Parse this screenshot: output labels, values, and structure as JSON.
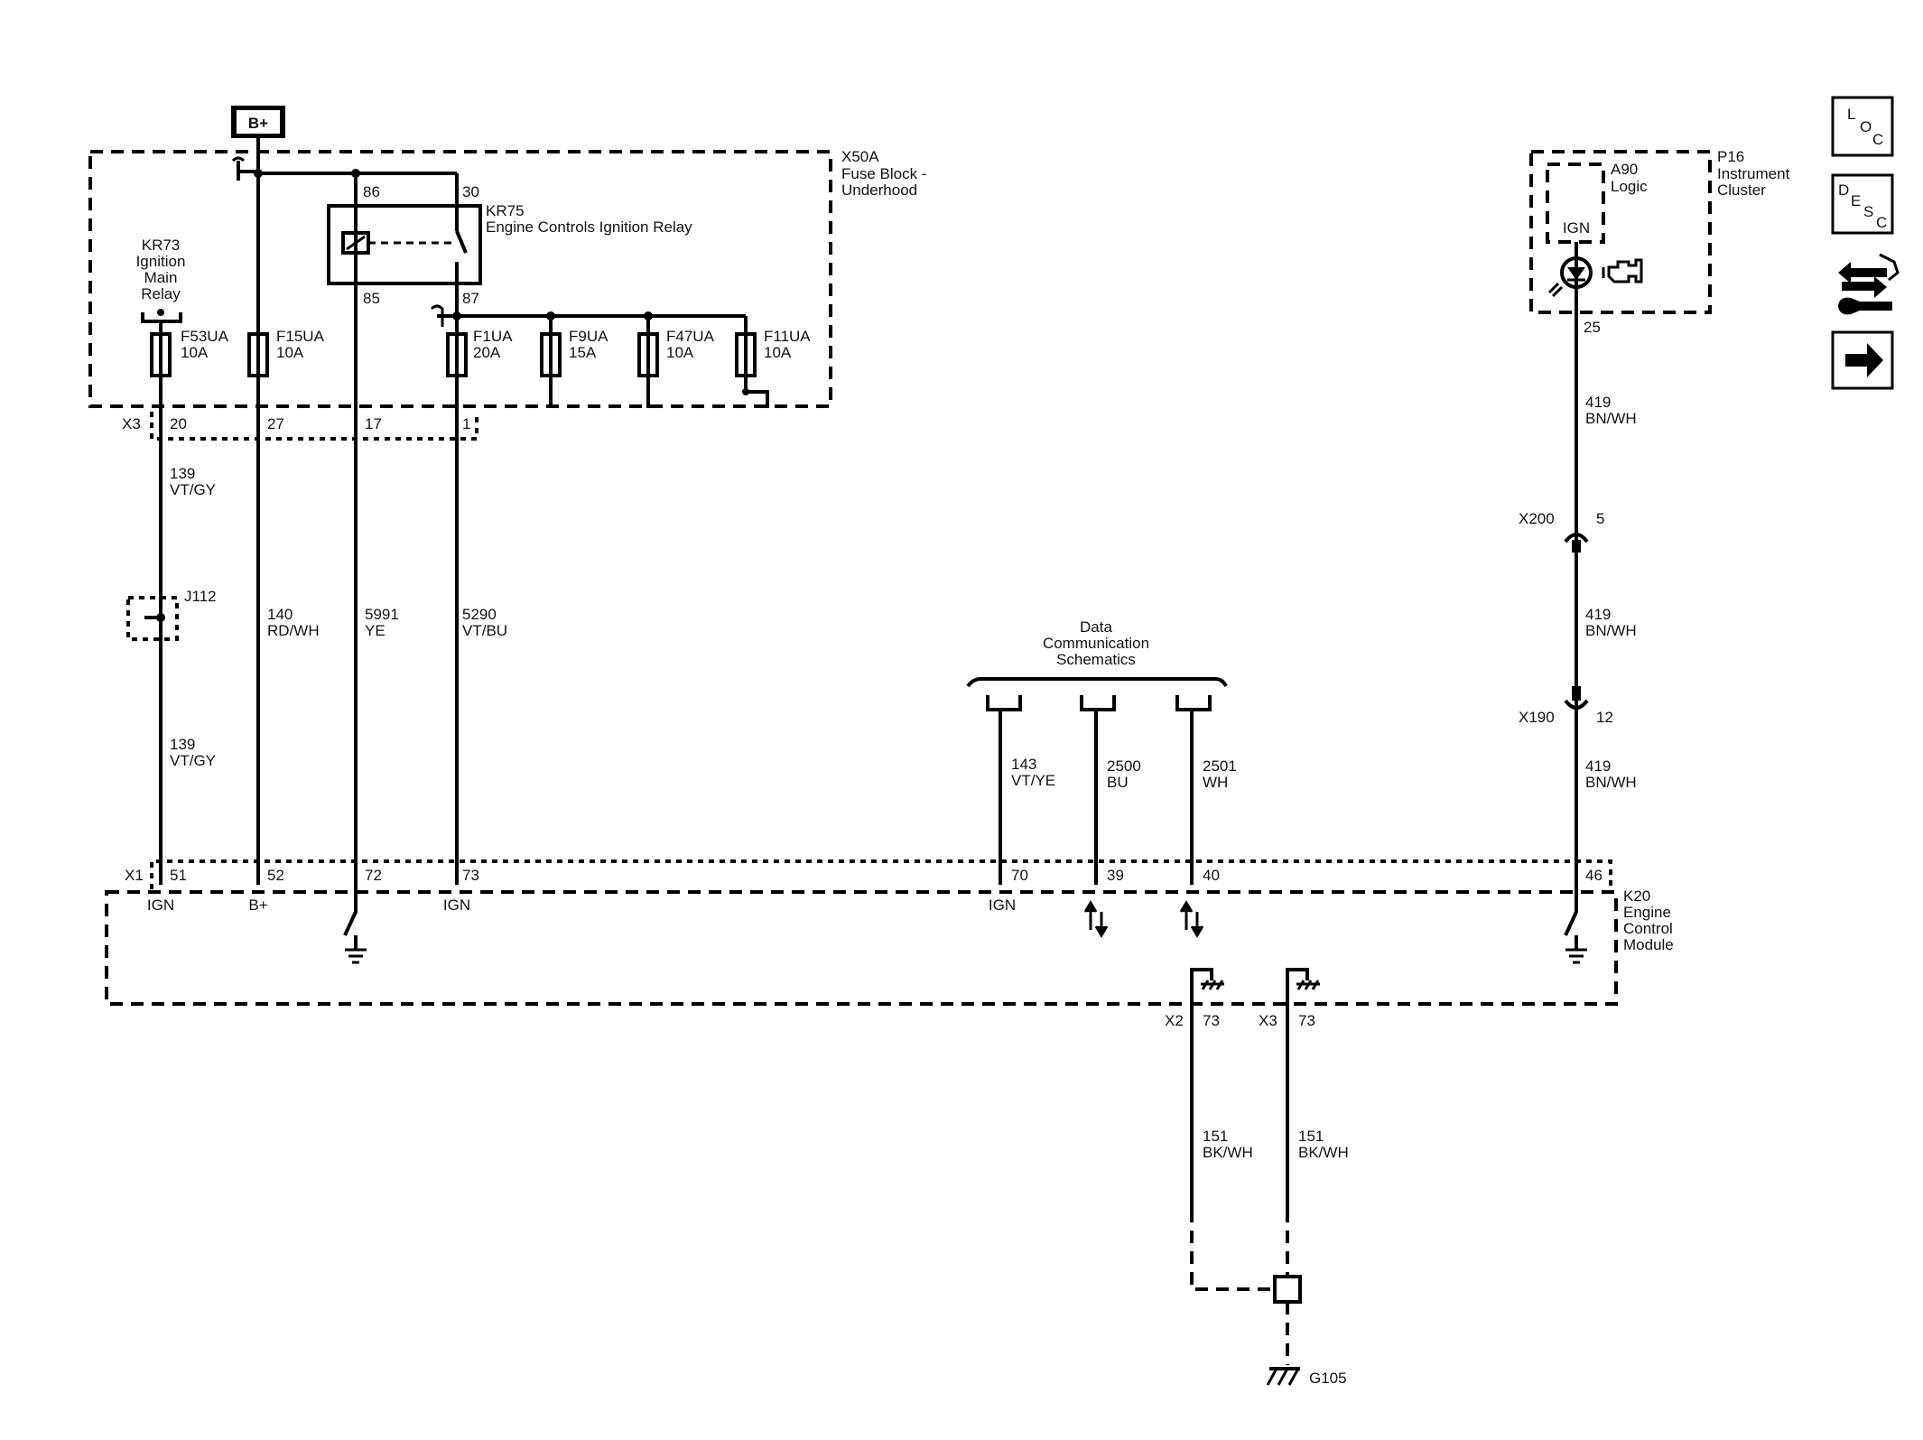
{
  "power": {
    "battery": "B+"
  },
  "fuse_block": {
    "id": "X50A",
    "name_line1": "Fuse Block -",
    "name_line2": "Underhood",
    "connector": "X3"
  },
  "relay_kr75": {
    "id": "KR75",
    "name": "Engine Controls Ignition Relay",
    "pin86": "86",
    "pin30": "30",
    "pin85": "85",
    "pin87": "87"
  },
  "relay_kr73": {
    "id": "KR73",
    "line1": "Ignition",
    "line2": "Main",
    "line3": "Relay"
  },
  "fuses": [
    {
      "name": "F53UA",
      "rating": "10A"
    },
    {
      "name": "F15UA",
      "rating": "10A"
    },
    {
      "name": "F1UA",
      "rating": "20A"
    },
    {
      "name": "F9UA",
      "rating": "15A"
    },
    {
      "name": "F47UA",
      "rating": "10A"
    },
    {
      "name": "F11UA",
      "rating": "10A"
    }
  ],
  "x3_pins": [
    "20",
    "27",
    "17",
    "1"
  ],
  "wires": {
    "w139a": {
      "circuit": "139",
      "color": "VT/GY"
    },
    "w139b": {
      "circuit": "139",
      "color": "VT/GY"
    },
    "w140": {
      "circuit": "140",
      "color": "RD/WH"
    },
    "w5991": {
      "circuit": "5991",
      "color": "YE"
    },
    "w5290": {
      "circuit": "5290",
      "color": "VT/BU"
    },
    "w143": {
      "circuit": "143",
      "color": "VT/YE"
    },
    "w2500": {
      "circuit": "2500",
      "color": "BU"
    },
    "w2501": {
      "circuit": "2501",
      "color": "WH"
    },
    "w419a": {
      "circuit": "419",
      "color": "BN/WH"
    },
    "w419b": {
      "circuit": "419",
      "color": "BN/WH"
    },
    "w419c": {
      "circuit": "419",
      "color": "BN/WH"
    },
    "w151a": {
      "circuit": "151",
      "color": "BK/WH"
    },
    "w151b": {
      "circuit": "151",
      "color": "BK/WH"
    }
  },
  "splice": {
    "id": "J112"
  },
  "data_comm": {
    "line1": "Data",
    "line2": "Communication",
    "line3": "Schematics"
  },
  "ecm": {
    "id": "K20",
    "name_line1": "Engine",
    "name_line2": "Control",
    "name_line3": "Module",
    "connector_x1": "X1",
    "pins": [
      "51",
      "52",
      "72",
      "73",
      "70",
      "39",
      "40",
      "46"
    ],
    "pin_labels": {
      "p51": "IGN",
      "p52": "B+",
      "p73": "IGN",
      "p70": "IGN"
    },
    "x2": "X2",
    "x2_pin": "73",
    "x3": "X3",
    "x3_pin": "73"
  },
  "cluster": {
    "id": "P16",
    "name_line1": "Instrument",
    "name_line2": "Cluster",
    "logic_id": "A90",
    "logic_name": "Logic",
    "ign": "IGN",
    "pin": "25"
  },
  "connectors": {
    "x200": {
      "id": "X200",
      "pin": "5"
    },
    "x190": {
      "id": "X190",
      "pin": "12"
    }
  },
  "ground": {
    "id": "G105"
  },
  "nav": {
    "loc": [
      "L",
      "O",
      "C"
    ],
    "desc": [
      "D",
      "E",
      "S",
      "C"
    ]
  }
}
